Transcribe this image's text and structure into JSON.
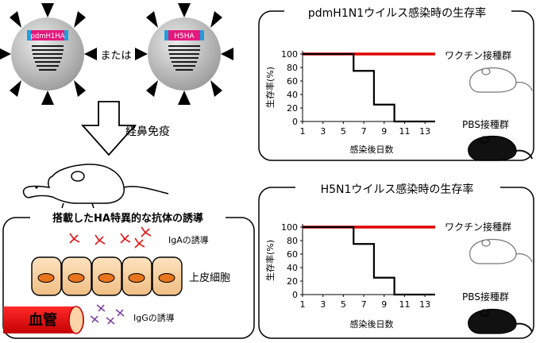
{
  "virus": {
    "left_label": "pdmH1HA",
    "right_label": "H5HA",
    "connector": "または"
  },
  "immunization": "経鼻免疫",
  "antibody": {
    "title": "搭載したHA特異的な抗体の誘導",
    "iga": "IgAの誘導",
    "epithelium": "上皮細胞",
    "vessel": "血管",
    "igg": "IgGの誘導"
  },
  "chart_data": [
    {
      "type": "line",
      "title": "pdmH1N1ウイルス感染時の生存率",
      "xlabel": "感染後日数",
      "ylabel": "生存率(%)",
      "xticks": [
        "1",
        "3",
        "5",
        "7",
        "9",
        "11",
        "13"
      ],
      "yticks": [
        "0",
        "20",
        "40",
        "60",
        "80",
        "100"
      ],
      "xlim": [
        1,
        14
      ],
      "ylim": [
        0,
        100
      ],
      "series": [
        {
          "name": "ワクチン接種群",
          "color": "#e00000",
          "x": [
            1,
            14
          ],
          "y": [
            100,
            100
          ]
        },
        {
          "name": "PBS接種群",
          "color": "#000000",
          "x": [
            1,
            6,
            6,
            8,
            8,
            10,
            10,
            14
          ],
          "y": [
            100,
            100,
            75,
            75,
            25,
            25,
            0,
            0
          ]
        }
      ]
    },
    {
      "type": "line",
      "title": "H5N1ウイルス感染時の生存率",
      "xlabel": "感染後日数",
      "ylabel": "生存率(%)",
      "xticks": [
        "1",
        "3",
        "5",
        "7",
        "9",
        "11",
        "13"
      ],
      "yticks": [
        "0",
        "20",
        "40",
        "60",
        "80",
        "100"
      ],
      "xlim": [
        1,
        14
      ],
      "ylim": [
        0,
        100
      ],
      "series": [
        {
          "name": "ワクチン接種群",
          "color": "#e00000",
          "x": [
            1,
            14
          ],
          "y": [
            100,
            100
          ]
        },
        {
          "name": "PBS接種群",
          "color": "#000000",
          "x": [
            1,
            6,
            6,
            8,
            8,
            10,
            10,
            14
          ],
          "y": [
            100,
            100,
            75,
            75,
            25,
            25,
            0,
            0
          ]
        }
      ]
    }
  ]
}
